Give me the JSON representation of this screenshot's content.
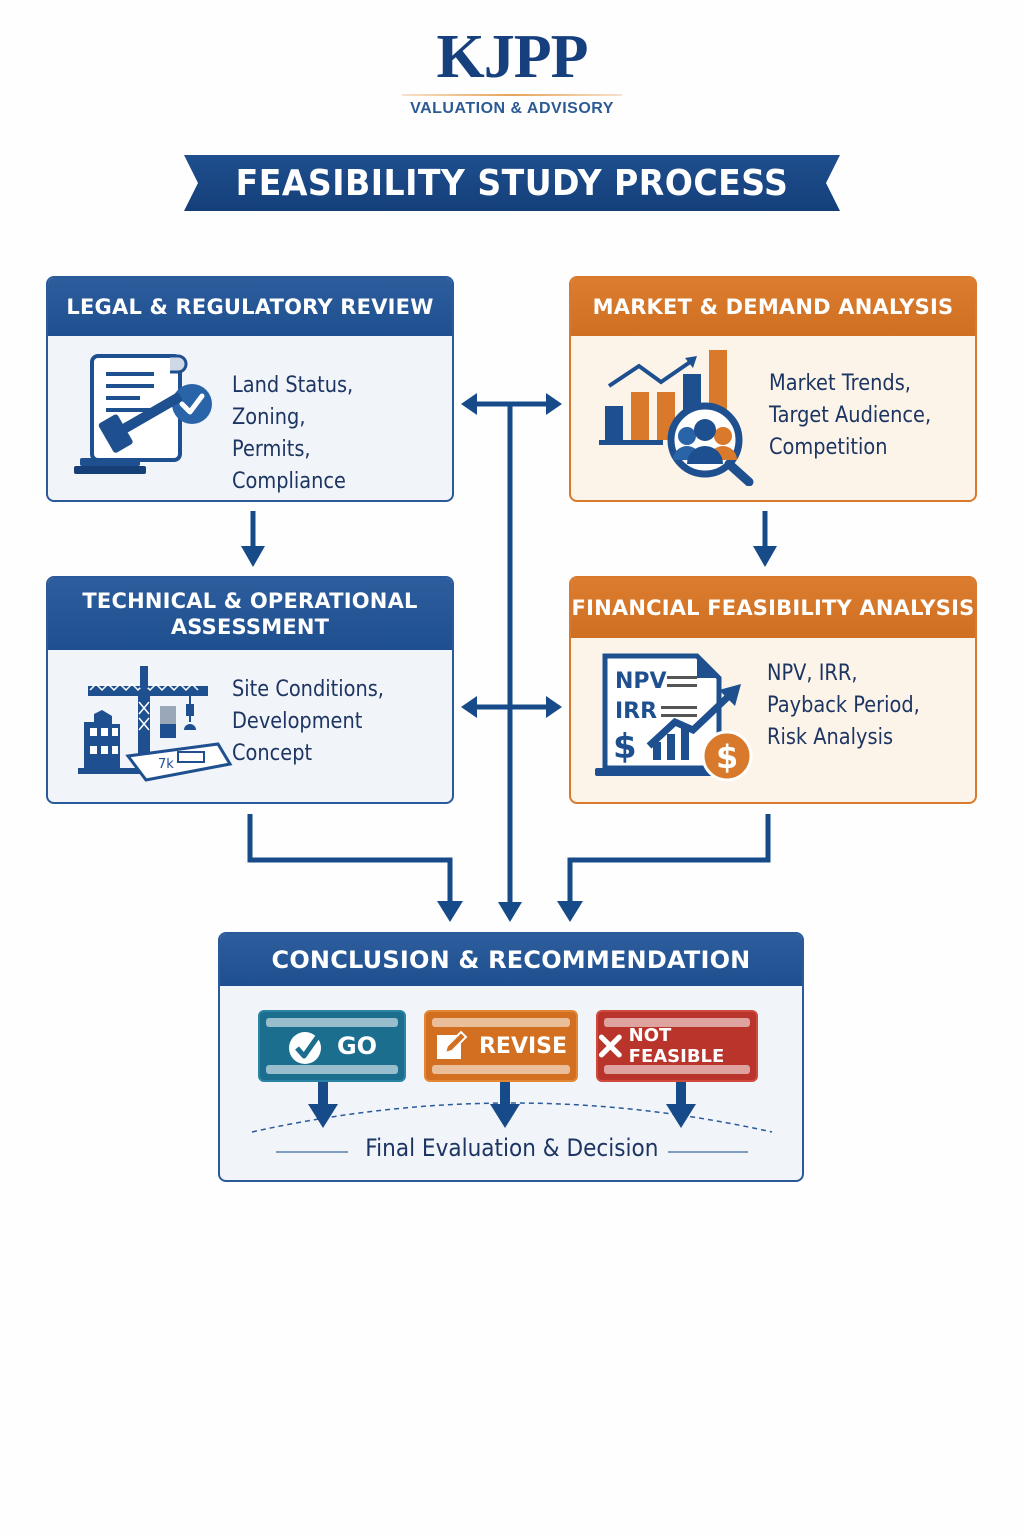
{
  "logo": {
    "mark": "KJPP",
    "tagline": "VALUATION & ADVISORY"
  },
  "title": "FEASIBILITY STUDY PROCESS",
  "colors": {
    "navy": "#1e4f8f",
    "orange": "#d8792b",
    "go": "#1c6e8f",
    "revise": "#d36f20",
    "not_feasible": "#b9342a",
    "arrow": "#174a88"
  },
  "cards": {
    "legal": {
      "title": "LEGAL & REGULATORY REVIEW",
      "icon": "legal-document-gavel-icon",
      "lines": [
        "Land Status, Zoning,",
        "Permits,",
        "Compliance"
      ]
    },
    "market": {
      "title": "MARKET & DEMAND ANALYSIS",
      "icon": "market-chart-audience-icon",
      "lines": [
        "Market Trends,",
        "Target Audience,",
        "Competition"
      ]
    },
    "technical": {
      "title_lines": [
        "TECHNICAL & OPERATIONAL",
        "ASSESSMENT"
      ],
      "icon": "construction-crane-icon",
      "lines": [
        "Site Conditions,",
        "Development Concept"
      ],
      "blueprint_label": "7k"
    },
    "financial": {
      "title": "FINANCIAL FEASIBILITY ANALYSIS",
      "icon": "financial-report-icon",
      "icon_labels": [
        "NPV",
        "IRR",
        "$",
        "$"
      ],
      "lines": [
        "NPV, IRR,",
        "Payback Period,",
        "Risk Analysis"
      ]
    }
  },
  "conclusion": {
    "title": "CONCLUSION & RECOMMENDATION",
    "options": [
      {
        "label": "GO",
        "icon": "check-circle-icon"
      },
      {
        "label": "REVISE",
        "icon": "edit-pencil-icon"
      },
      {
        "label": "NOT FEASIBLE",
        "icon": "x-mark-icon"
      }
    ],
    "footer": "Final Evaluation & Decision"
  }
}
